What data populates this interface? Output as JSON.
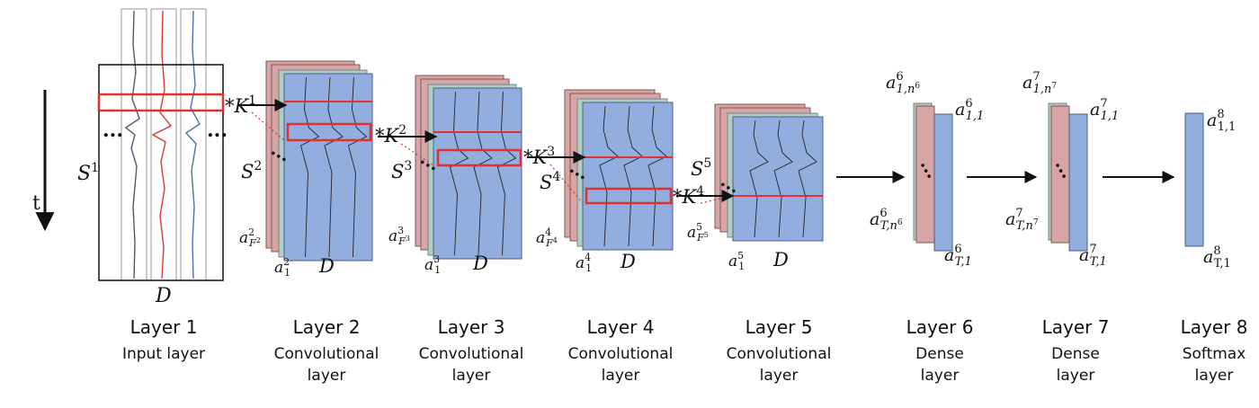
{
  "colors": {
    "pink": "#d8a4a4",
    "pink_edge": "#7a5a5a",
    "blue": "#92aede",
    "blue_edge": "#4a5f86",
    "teal": "#b4ccc6",
    "red": "#e03030",
    "trace_red": "#d83a3a",
    "trace_blue": "#4a6fb3",
    "trace_black": "#333333"
  },
  "time_label": "t",
  "input": {
    "S": "S",
    "S_sup": "1",
    "D": "D"
  },
  "conv_layers": [
    {
      "K": "*K",
      "K_sup": "1",
      "S": "S",
      "S_sup": "2",
      "aF": "a",
      "aF_sup": "2",
      "aF_sub": "F",
      "aF_sub_sup": "2",
      "a1": "a",
      "a1_sup": "2",
      "a1_sub": "1",
      "D": "D"
    },
    {
      "K": "*K",
      "K_sup": "2",
      "S": "S",
      "S_sup": "3",
      "aF": "a",
      "aF_sup": "3",
      "aF_sub": "F",
      "aF_sub_sup": "3",
      "a1": "a",
      "a1_sup": "3",
      "a1_sub": "1",
      "D": "D"
    },
    {
      "K": "*K",
      "K_sup": "3",
      "S": "S",
      "S_sup": "4",
      "aF": "a",
      "aF_sup": "4",
      "aF_sub": "F",
      "aF_sub_sup": "4",
      "a1": "a",
      "a1_sup": "4",
      "a1_sub": "1",
      "D": "D"
    },
    {
      "K": "*K",
      "K_sup": "4",
      "S": "S",
      "S_sup": "5",
      "aF": "a",
      "aF_sup": "5",
      "aF_sub": "F",
      "aF_sub_sup": "5",
      "a1": "a",
      "a1_sup": "5",
      "a1_sub": "1",
      "D": "D"
    }
  ],
  "dense_layers": [
    {
      "top_left": "a",
      "top_left_sup": "6",
      "top_left_sub": "1,n",
      "top_left_sub_sup": "6",
      "top_right": "a",
      "top_right_sup": "6",
      "top_right_sub": "1,1",
      "bot_left": "a",
      "bot_left_sup": "6",
      "bot_left_sub": "T,n",
      "bot_left_sub_sup": "6",
      "bot_right": "a",
      "bot_right_sup": "6",
      "bot_right_sub": "T,1"
    },
    {
      "top_left": "a",
      "top_left_sup": "7",
      "top_left_sub": "1,n",
      "top_left_sub_sup": "7",
      "top_right": "a",
      "top_right_sup": "7",
      "top_right_sub": "1,1",
      "bot_left": "a",
      "bot_left_sup": "7",
      "bot_left_sub": "T,n",
      "bot_left_sub_sup": "7",
      "bot_right": "a",
      "bot_right_sup": "7",
      "bot_right_sub": "T,1"
    }
  ],
  "softmax": {
    "top": "a",
    "top_sup": "8",
    "top_sub": "1,1",
    "bot": "a",
    "bot_sup": "8",
    "bot_sub": "T,1"
  },
  "captions": [
    {
      "title": "Layer 1",
      "line1": "Input layer",
      "line2": ""
    },
    {
      "title": "Layer 2",
      "line1": "Convolutional",
      "line2": "layer"
    },
    {
      "title": "Layer 3",
      "line1": "Convolutional",
      "line2": "layer"
    },
    {
      "title": "Layer 4",
      "line1": "Convolutional",
      "line2": "layer"
    },
    {
      "title": "Layer 5",
      "line1": "Convolutional",
      "line2": "layer"
    },
    {
      "title": "Layer 6",
      "line1": "Dense",
      "line2": "layer"
    },
    {
      "title": "Layer 7",
      "line1": "Dense",
      "line2": "layer"
    },
    {
      "title": "Layer 8",
      "line1": "Softmax",
      "line2": "layer"
    }
  ]
}
